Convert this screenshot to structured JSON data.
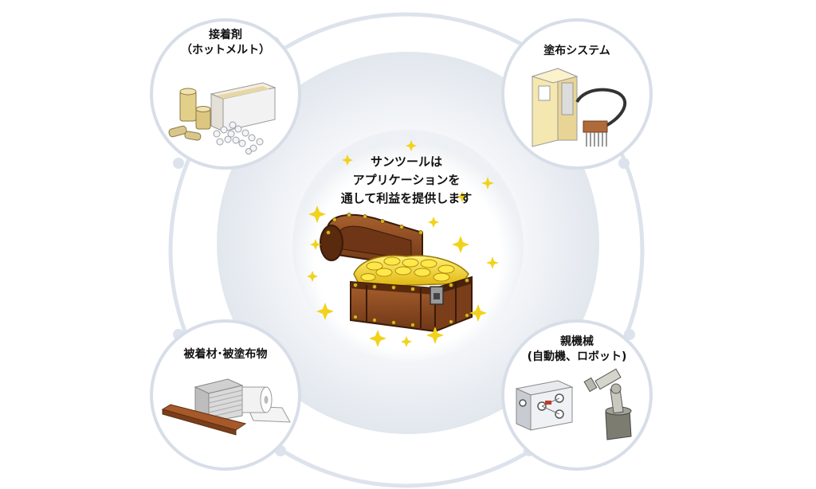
{
  "center": {
    "line1": "サンツールは",
    "line2": "アプリケーションを",
    "line3": "通して利益を提供します"
  },
  "nodes": {
    "adhesive": {
      "line1": "接着剤",
      "line2": "（ホットメルト）"
    },
    "coating": {
      "line1": "塗布システム"
    },
    "material": {
      "line1": "被着材･被塗布物"
    },
    "machine": {
      "line1": "親機械",
      "line2": "(自動機、ロボット)"
    }
  },
  "colors": {
    "ring": "#dde3ec",
    "node_border": "#d8dee8",
    "gold": "#f2d21a",
    "wood": "#8b4a22"
  }
}
